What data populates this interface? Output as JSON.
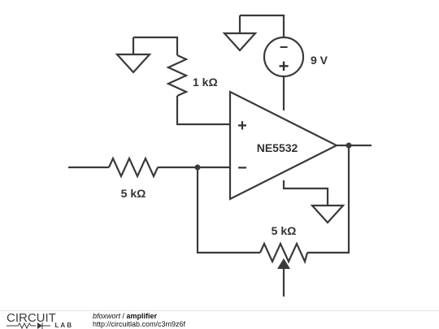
{
  "circuit": {
    "opamp": {
      "part": "NE5532",
      "plus_sign": "+",
      "minus_sign": "−"
    },
    "resistor_bias": {
      "label": "1 kΩ"
    },
    "resistor_input": {
      "label": "5 kΩ"
    },
    "potentiometer_feedback": {
      "label": "5 kΩ"
    },
    "supply": {
      "label": "9 V",
      "minus": "−",
      "plus": "+"
    }
  },
  "footer": {
    "logo_top": "CIRCUIT",
    "logo_bottom": "LAB",
    "author": "bfoxwort",
    "separator": " / ",
    "title": "amplifier",
    "url": "http://circuitlab.com/c3m9z6f"
  },
  "colors": {
    "ink": "#3a3a3a",
    "background": "#ffffff"
  }
}
